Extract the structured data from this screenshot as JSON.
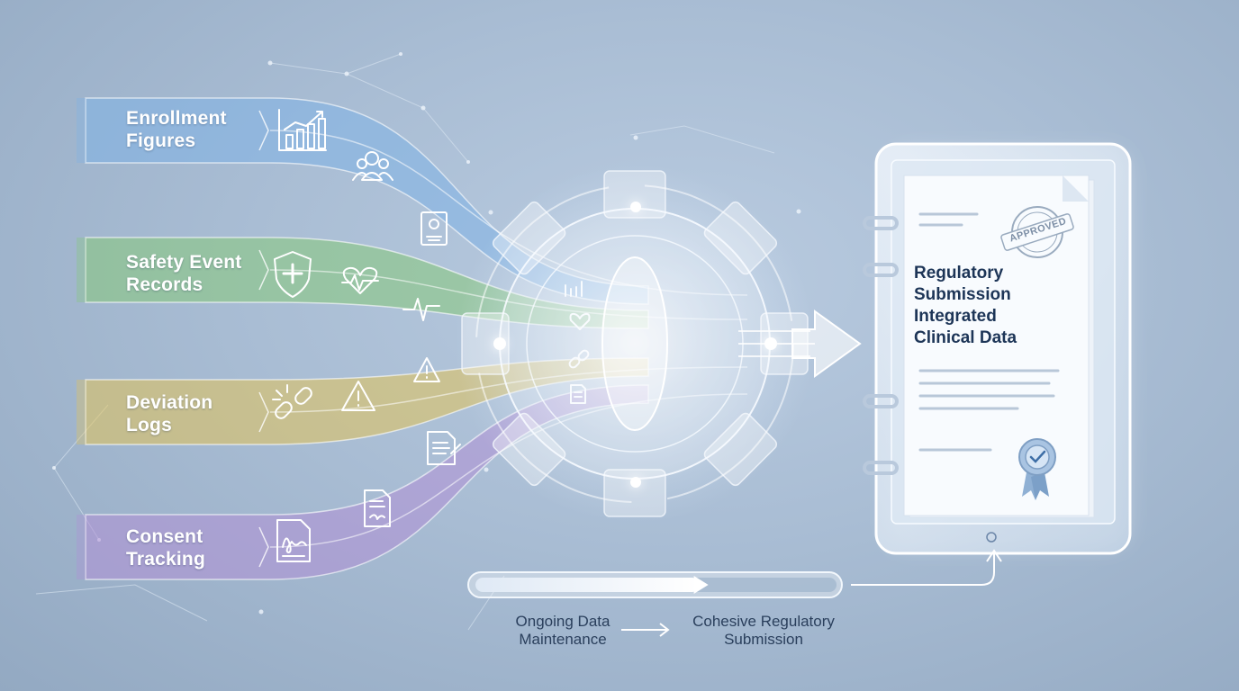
{
  "streams": [
    {
      "line1": "Enrollment",
      "line2": "Figures",
      "color": "#7fb3e6"
    },
    {
      "line1": "Safety Event",
      "line2": "Records",
      "color": "#86c97a"
    },
    {
      "line1": "Deviation",
      "line2": "Logs",
      "color": "#e1c25a"
    },
    {
      "line1": "Consent",
      "line2": "Tracking",
      "color": "#b08fd6"
    }
  ],
  "document": {
    "title_lines": [
      "Regulatory",
      "Submission",
      "Integrated",
      "Clinical Data"
    ],
    "stamp": "APPROVED"
  },
  "progress": {
    "fill_fraction": 0.62,
    "start_label_lines": [
      "Ongoing Data",
      "Maintenance"
    ],
    "end_label_lines": [
      "Cohesive Regulatory",
      "Submission"
    ]
  },
  "icons": [
    "line-chart-icon",
    "people-icon",
    "profile-card-icon",
    "shield-plus-icon",
    "heartbeat-icon",
    "broken-link-icon",
    "warning-icon",
    "document-icon",
    "signature-icon",
    "gear-icon",
    "award-ribbon-icon"
  ]
}
